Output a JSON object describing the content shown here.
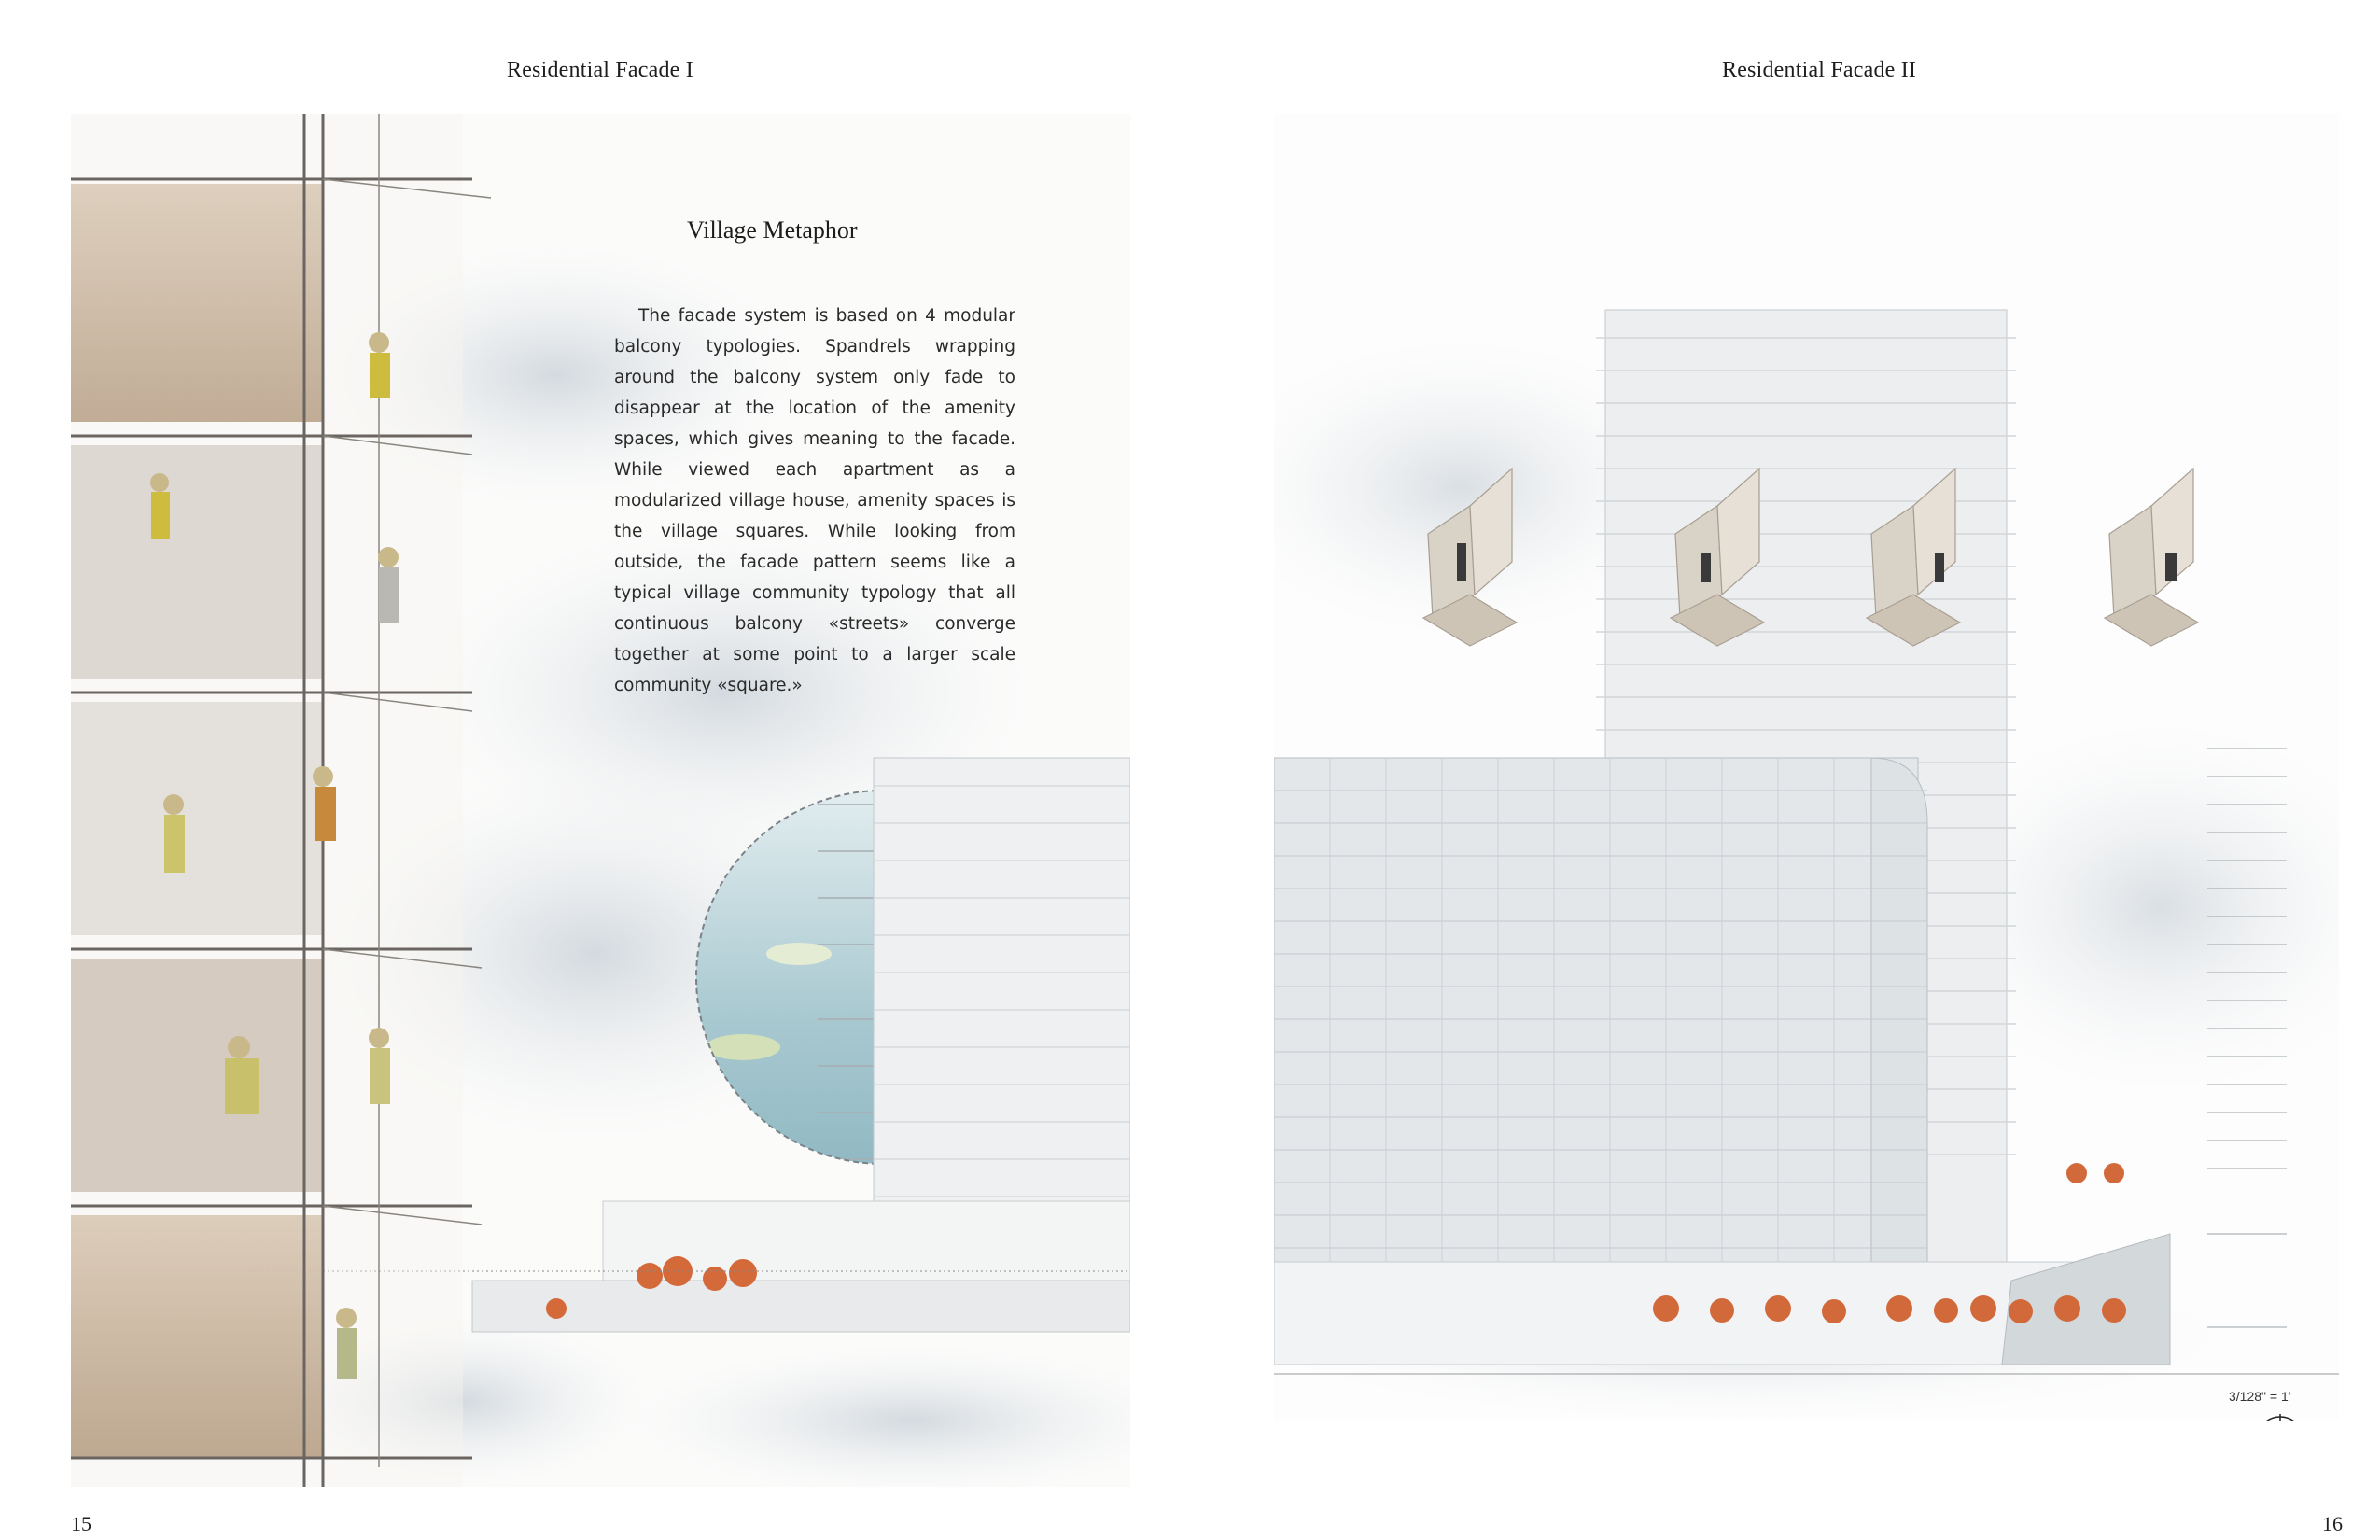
{
  "spread": {
    "left": {
      "title": "Residential Facade I",
      "page_number": "15",
      "heading": "Village Metaphor",
      "body": "The facade system is based on 4 modular balcony typologies. Spandrels wrapping around the balcony system only fade to disappear at the location of the amenity spaces, which gives meaning to the facade. While viewed each apartment as a modularized village house, amenity spaces is the village squares.  While looking from outside, the facade pattern seems like a typical village community typology that all continuous balcony «streets» converge together at some point to a larger scale community «square.»"
    },
    "right": {
      "title": "Residential Facade II",
      "page_number": "16",
      "scale_label": "3/128\" = 1'"
    }
  },
  "colors": {
    "sky": "#e9ecee",
    "cloud": "#d7dde2",
    "interior_warm": "#c9b59e",
    "figure_yellow": "#c7b84a",
    "building": "#e6e9eb",
    "glass": "#cfd6da",
    "tree": "#c8552f",
    "circle_sky": "#9fc3cc"
  },
  "icons": [
    "north-arrow-icon",
    "scale-bar-icon"
  ]
}
